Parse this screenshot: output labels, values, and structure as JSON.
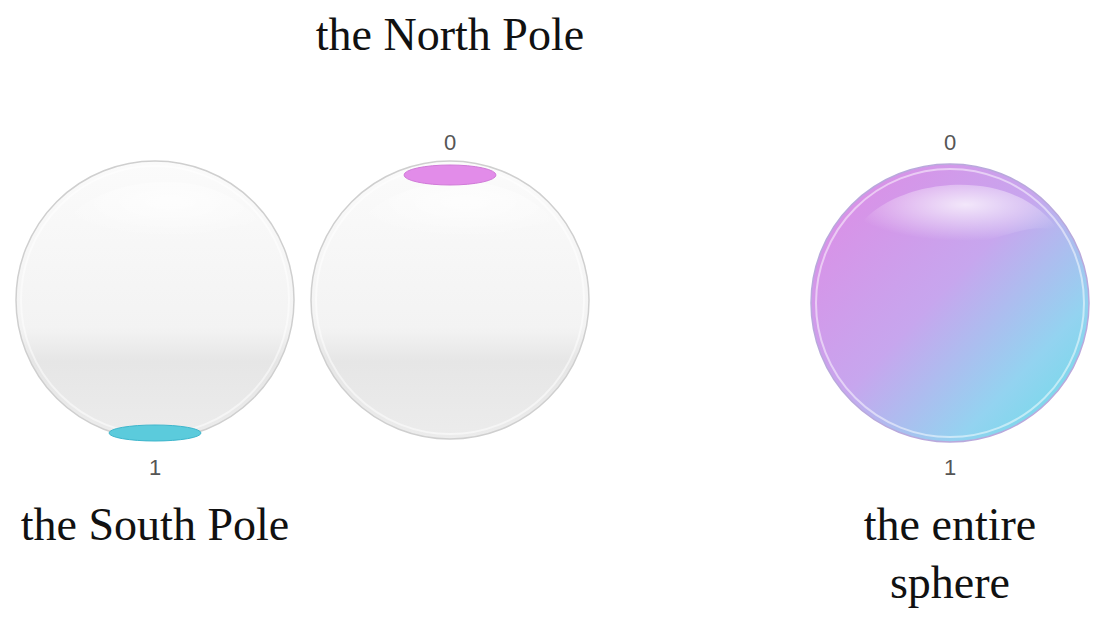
{
  "diagram": {
    "nodes": [
      {
        "text": [
          "1",
          "the South Pole"
        ]
      },
      {
        "text": [
          "the North Pole",
          "0"
        ]
      },
      {
        "text": [
          "0",
          "1",
          "the entire sphere"
        ]
      }
    ]
  }
}
